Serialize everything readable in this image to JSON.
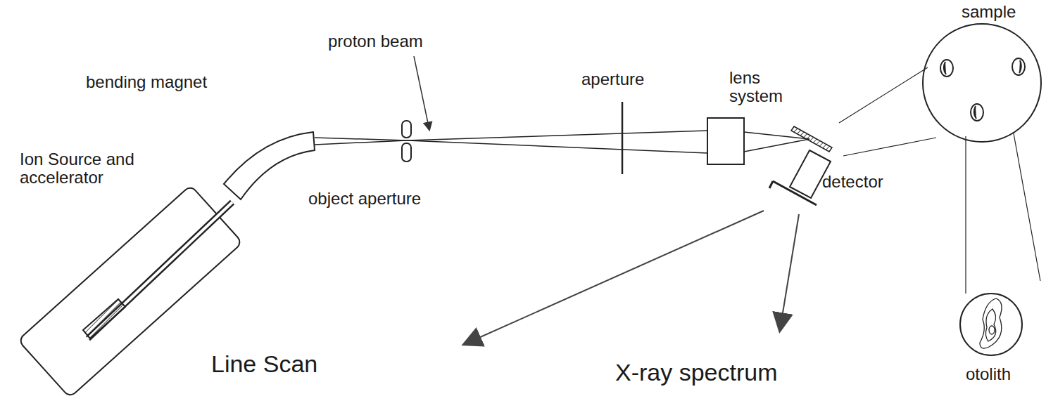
{
  "diagram": {
    "labels": [
      "proton beam",
      "bending magnet",
      "aperture",
      "lens system",
      "sample",
      "Ion Source and accelerator",
      "detector",
      "object aperture",
      "otolith",
      "Line Scan",
      "X-ray spectrum"
    ]
  }
}
